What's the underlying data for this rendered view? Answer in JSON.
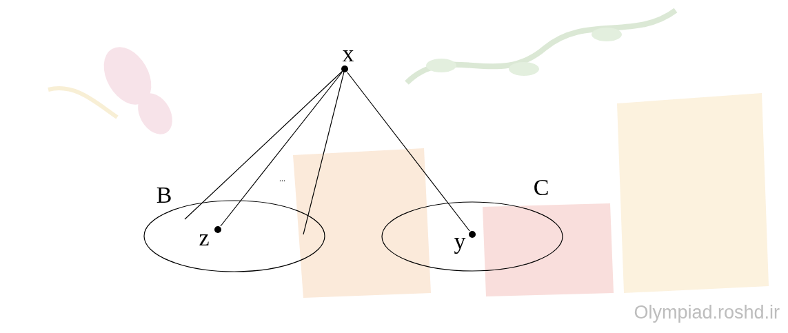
{
  "diagram": {
    "nodes": [
      {
        "text": [
          "x"
        ]
      },
      {
        "text": [
          "B"
        ]
      },
      {
        "text": [
          "z"
        ],
        "in": 1
      },
      {
        "text": [
          "C"
        ]
      },
      {
        "text": [
          "y"
        ],
        "in": 3
      }
    ],
    "edges": [
      {
        "from": 0,
        "to": 2,
        "arrow": "none"
      },
      {
        "from": 0,
        "to": 4,
        "arrow": "none"
      }
    ],
    "labels": [
      "...",
      "Olympiad.roshd.ir"
    ]
  }
}
